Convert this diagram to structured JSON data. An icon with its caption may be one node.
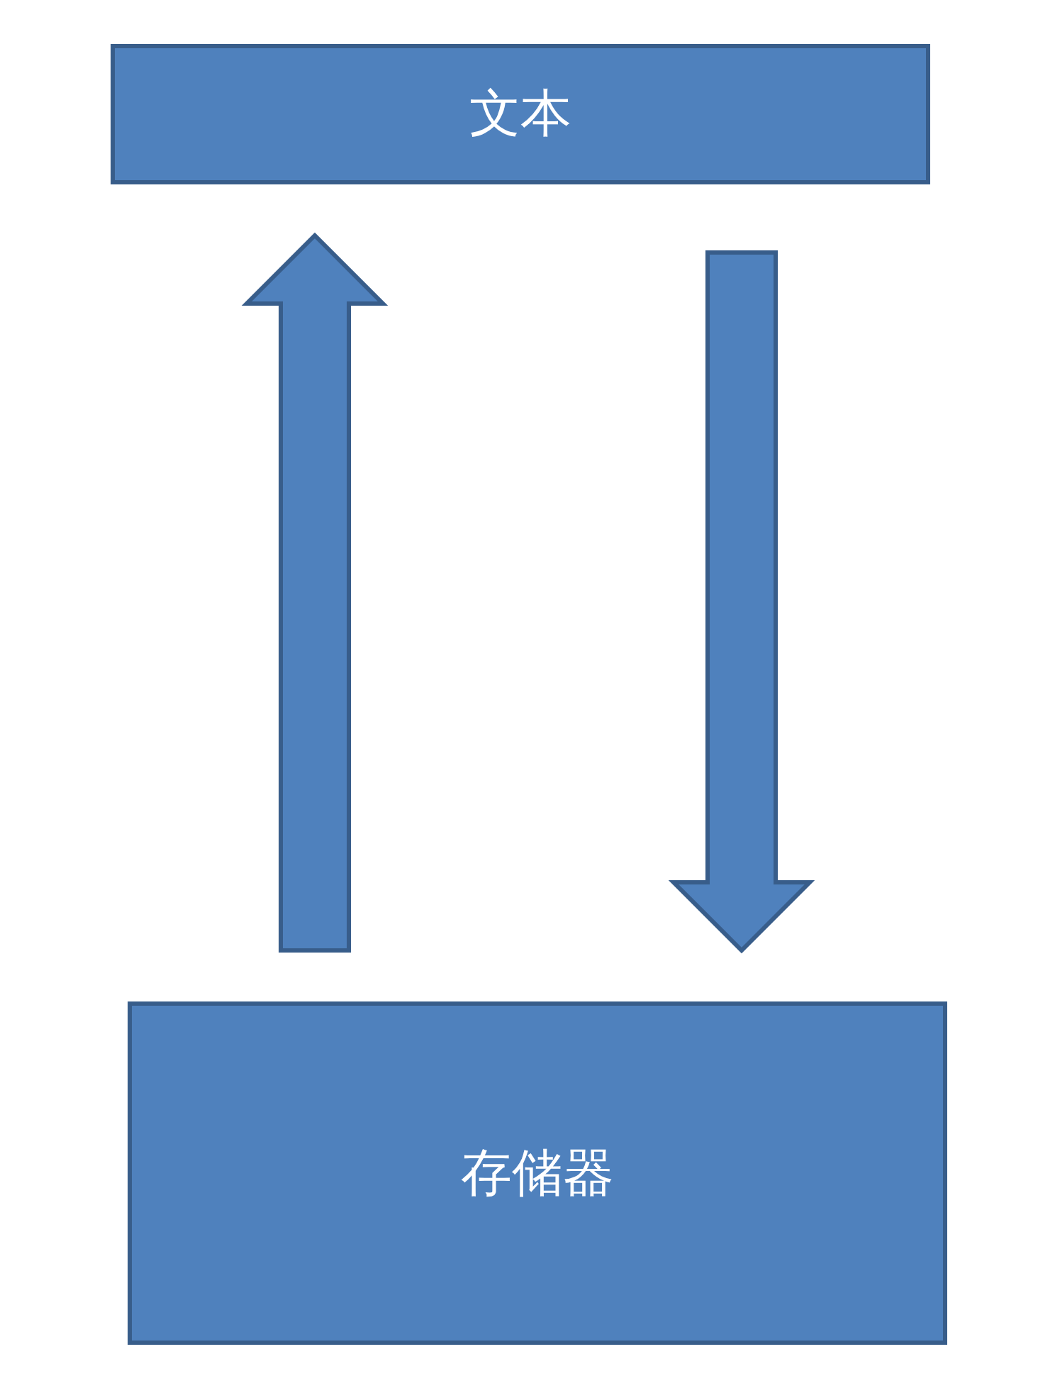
{
  "diagram": {
    "nodes": [
      {
        "text": [
          "文本"
        ]
      },
      {
        "text": [
          "存储器"
        ]
      }
    ],
    "edges": [
      {
        "from": 1,
        "to": 0,
        "arrow": "to"
      },
      {
        "from": 0,
        "to": 1,
        "arrow": "to"
      }
    ]
  }
}
